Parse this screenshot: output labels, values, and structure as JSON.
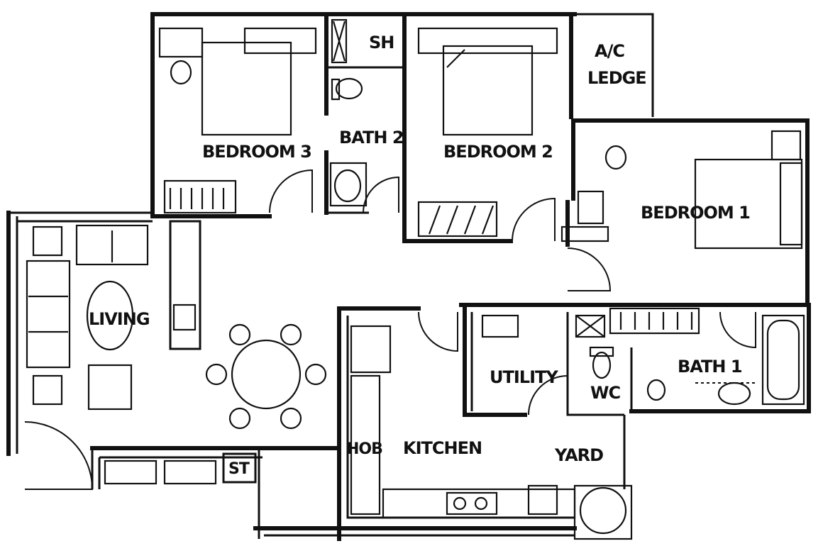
{
  "floor_plan": {
    "rooms": {
      "bedroom_3": "BEDROOM 3",
      "sh": "SH",
      "bath_2": "BATH 2",
      "bedroom_2": "BEDROOM 2",
      "ac_ledge_line1": "A/C",
      "ac_ledge_line2": "LEDGE",
      "bedroom_1": "BEDROOM 1",
      "living": "LIVING",
      "utility": "UTILITY",
      "wc": "WC",
      "bath_1": "BATH 1",
      "hob": "HOB",
      "kitchen": "KITCHEN",
      "yard": "YARD",
      "st": "ST"
    },
    "colors": {
      "ink": "#111111",
      "paper": "#ffffff"
    }
  }
}
